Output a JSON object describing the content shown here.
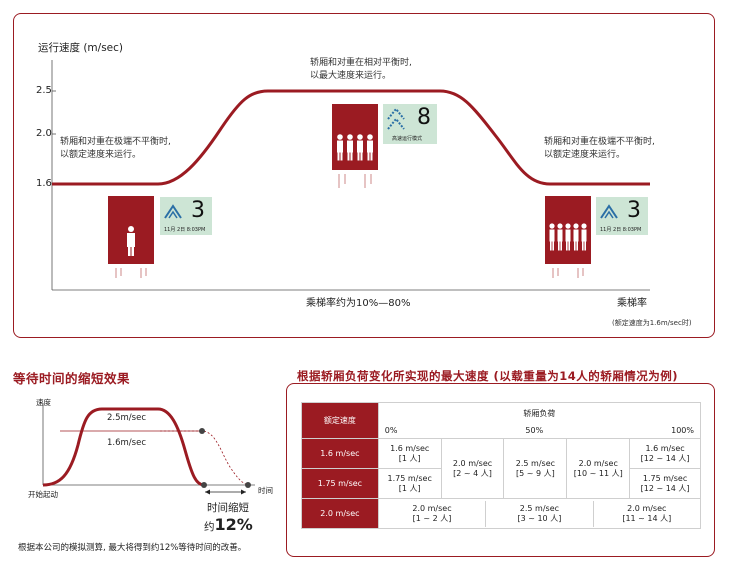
{
  "top_chart": {
    "y_axis_title": "运行速度 (m/sec)",
    "y_ticks": [
      "2.5",
      "2.0",
      "1.6"
    ],
    "x_axis_center_label": "乘梯率约为10%—80%",
    "x_axis_right_label": "乘梯率",
    "footnote": "(额定速度为1.6m/sec时)",
    "annotation_left": [
      "轿厢和对重在极端不平衡时,",
      "以额定速度来运行。"
    ],
    "annotation_center": [
      "轿厢和对重在相对平衡时,",
      "以最大速度来运行。"
    ],
    "annotation_right": [
      "轿厢和对重在极端不平衡时,",
      "以额定速度来运行。"
    ],
    "display_left": {
      "number": "3",
      "info": "11月 2日  8:03PM"
    },
    "display_center": {
      "number": "8",
      "info": "高速运行模式"
    },
    "display_right": {
      "number": "3",
      "info": "11月 2日  8:03PM"
    },
    "colors": {
      "accent": "#9b1b22",
      "screen": "#cde5d5",
      "arrow": "#2b6fa6"
    }
  },
  "wait_section": {
    "title": "等待时间的缩短效果",
    "y_label": "速度",
    "speed_high": "2.5m/sec",
    "speed_low": "1.6m/sec",
    "start_label": "开始起动",
    "time_label": "时间",
    "reduction_label": "时间缩短",
    "reduction_prefix": "约",
    "reduction_value": "12%",
    "note": "根据本公司的模拟测算, 最大将得到约12%等待时间的改善。"
  },
  "speed_table": {
    "title": "根据轿厢负荷变化所实现的最大速度 (以载重量为14人的轿厢情况为例)",
    "rated_speed_header": "额定速度",
    "load_header": "轿厢负荷",
    "load_0": "0%",
    "load_50": "50%",
    "load_100": "100%",
    "row_16": "1.6 m/sec",
    "row_175": "1.75 m/sec",
    "row_20": "2.0 m/sec",
    "r16_c1": "1.6 m/sec",
    "r16_c1b": "[1 人]",
    "r175_c1": "1.75 m/sec",
    "r175_c1b": "[1 人]",
    "mid_c2": "2.0 m/sec",
    "mid_c2b": "[2 ~ 4 人]",
    "mid_c3": "2.5 m/sec",
    "mid_c3b": "[5 ~ 9 人]",
    "mid_c4": "2.0 m/sec",
    "mid_c4b": "[10 ~ 11 人]",
    "r16_c5": "1.6 m/sec",
    "r16_c5b": "[12 ~ 14 人]",
    "r175_c5": "1.75 m/sec",
    "r175_c5b": "[12 ~ 14 人]",
    "r20_a": "2.0 m/sec",
    "r20_ab": "[1 ~ 2 人]",
    "r20_b": "2.5 m/sec",
    "r20_bb": "[3 ~ 10 人]",
    "r20_c": "2.0 m/sec",
    "r20_cb": "[11 ~ 14 人]"
  }
}
